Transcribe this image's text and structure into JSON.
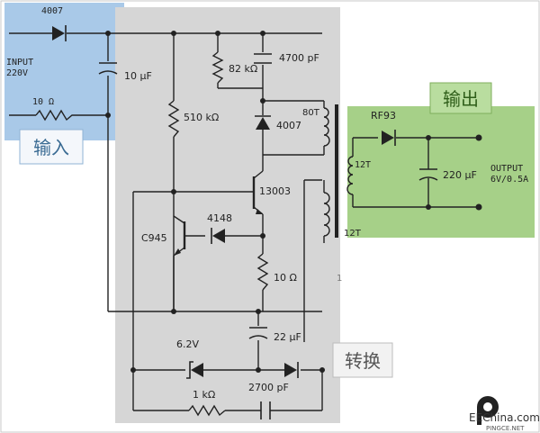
{
  "regions": {
    "input_label": "输入",
    "output_label": "输出",
    "convert_label": "转换"
  },
  "colors": {
    "input_bg": "#a9c9e8",
    "output_bg": "#a6d088",
    "center_bg": "#d6d6d6",
    "wire": "#222222",
    "label_box_bg": "#f4f7fb",
    "label_text_input": "#3a6b93",
    "label_text_output": "#2f5e1a",
    "label_text_convert": "#555555"
  },
  "components": {
    "input_diode": "4007",
    "input_voltage_line1": "INPUT",
    "input_voltage_line2": "220V",
    "input_cap": "10 μF",
    "input_res": "10 Ω",
    "res_82k": "82 kΩ",
    "cap_4700p": "4700 pF",
    "res_510k": "510 kΩ",
    "diode_4007": "4007",
    "transformer_80t": "80T",
    "transistor_13003": "13003",
    "transistor_c945": "C945",
    "diode_4148": "4148",
    "res_10": "10 Ω",
    "cap_22u": "22 μF",
    "zener_62": "6.2V",
    "res_1k": "1 kΩ",
    "cap_2700p": "2700 pF",
    "output_diode": "RF93",
    "output_coil": "12T",
    "output_cap": "220 μF",
    "output_line1": "OUTPUT",
    "output_line2": "6V/0.5A",
    "feedback_coil": "12T",
    "mark_1": "1"
  },
  "watermark": {
    "site": "EEChina.com",
    "brand": "PINGCE.NET"
  }
}
